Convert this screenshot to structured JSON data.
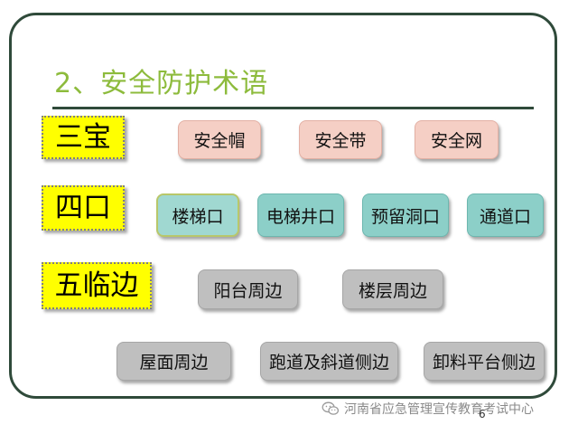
{
  "title": "2、安全防护术语",
  "groups": [
    {
      "label": "三宝",
      "items": [
        "安全帽",
        "安全带",
        "安全网"
      ]
    },
    {
      "label": "四口",
      "items": [
        "楼梯口",
        "电梯井口",
        "预留洞口",
        "通道口"
      ]
    },
    {
      "label": "五临边",
      "items": [
        "阳台周边",
        "楼层周边",
        "屋面周边",
        "跑道及斜道侧边",
        "卸料平台侧边"
      ]
    }
  ],
  "watermark": "河南省应急管理宣传教育考试中心",
  "page_number": "6",
  "colors": {
    "title": "#8dbb3c",
    "label_bg": "#ffff00",
    "pink_pill": "#f5cfc5",
    "teal_pill": "#8ccfc8",
    "grey_pill": "#bfbfbf",
    "frame": "#2f4a3a"
  },
  "icons": {
    "watermark": "wechat-icon"
  }
}
